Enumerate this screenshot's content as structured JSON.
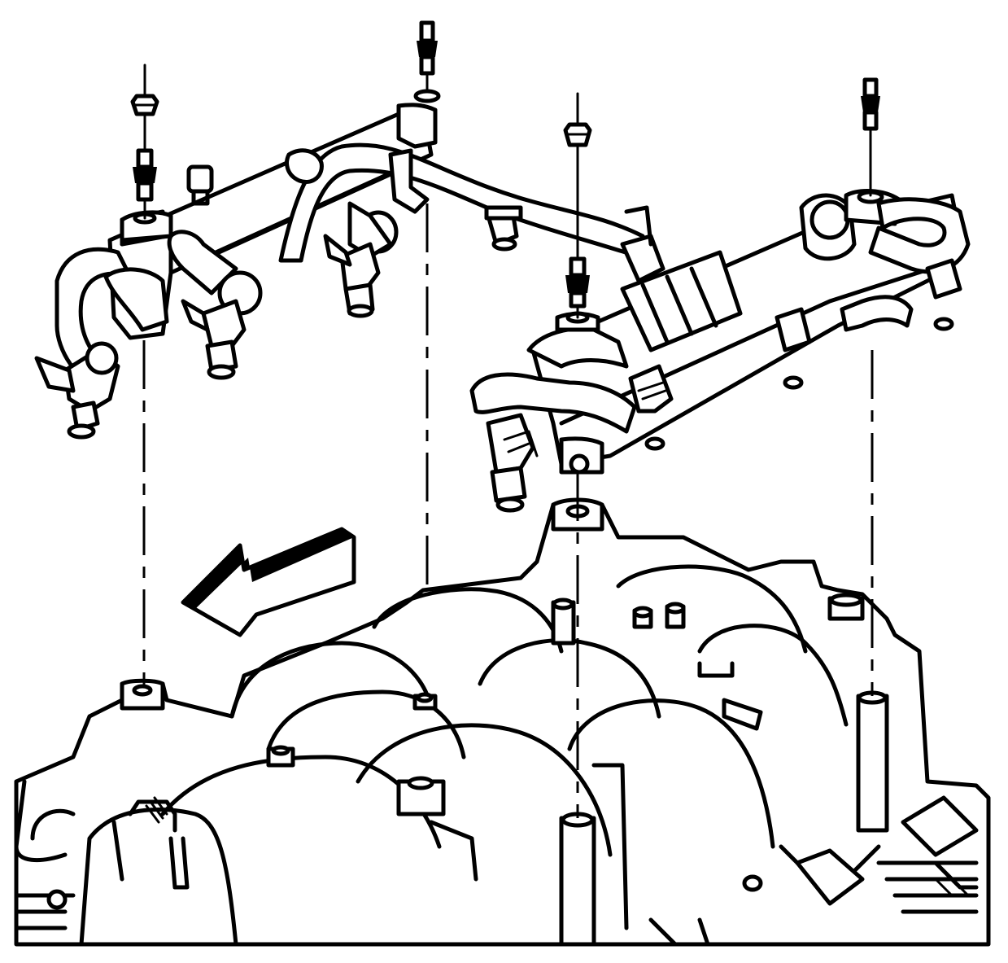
{
  "diagram": {
    "subject": "fuel-rail-and-injectors-over-intake-manifold",
    "colors": {
      "line": "#000000",
      "background": "#ffffff"
    },
    "direction_arrow": "front-of-vehicle-arrow",
    "fasteners": [
      "left-front-stud",
      "center-stud",
      "right-center-stud",
      "right-rear-stud"
    ]
  }
}
